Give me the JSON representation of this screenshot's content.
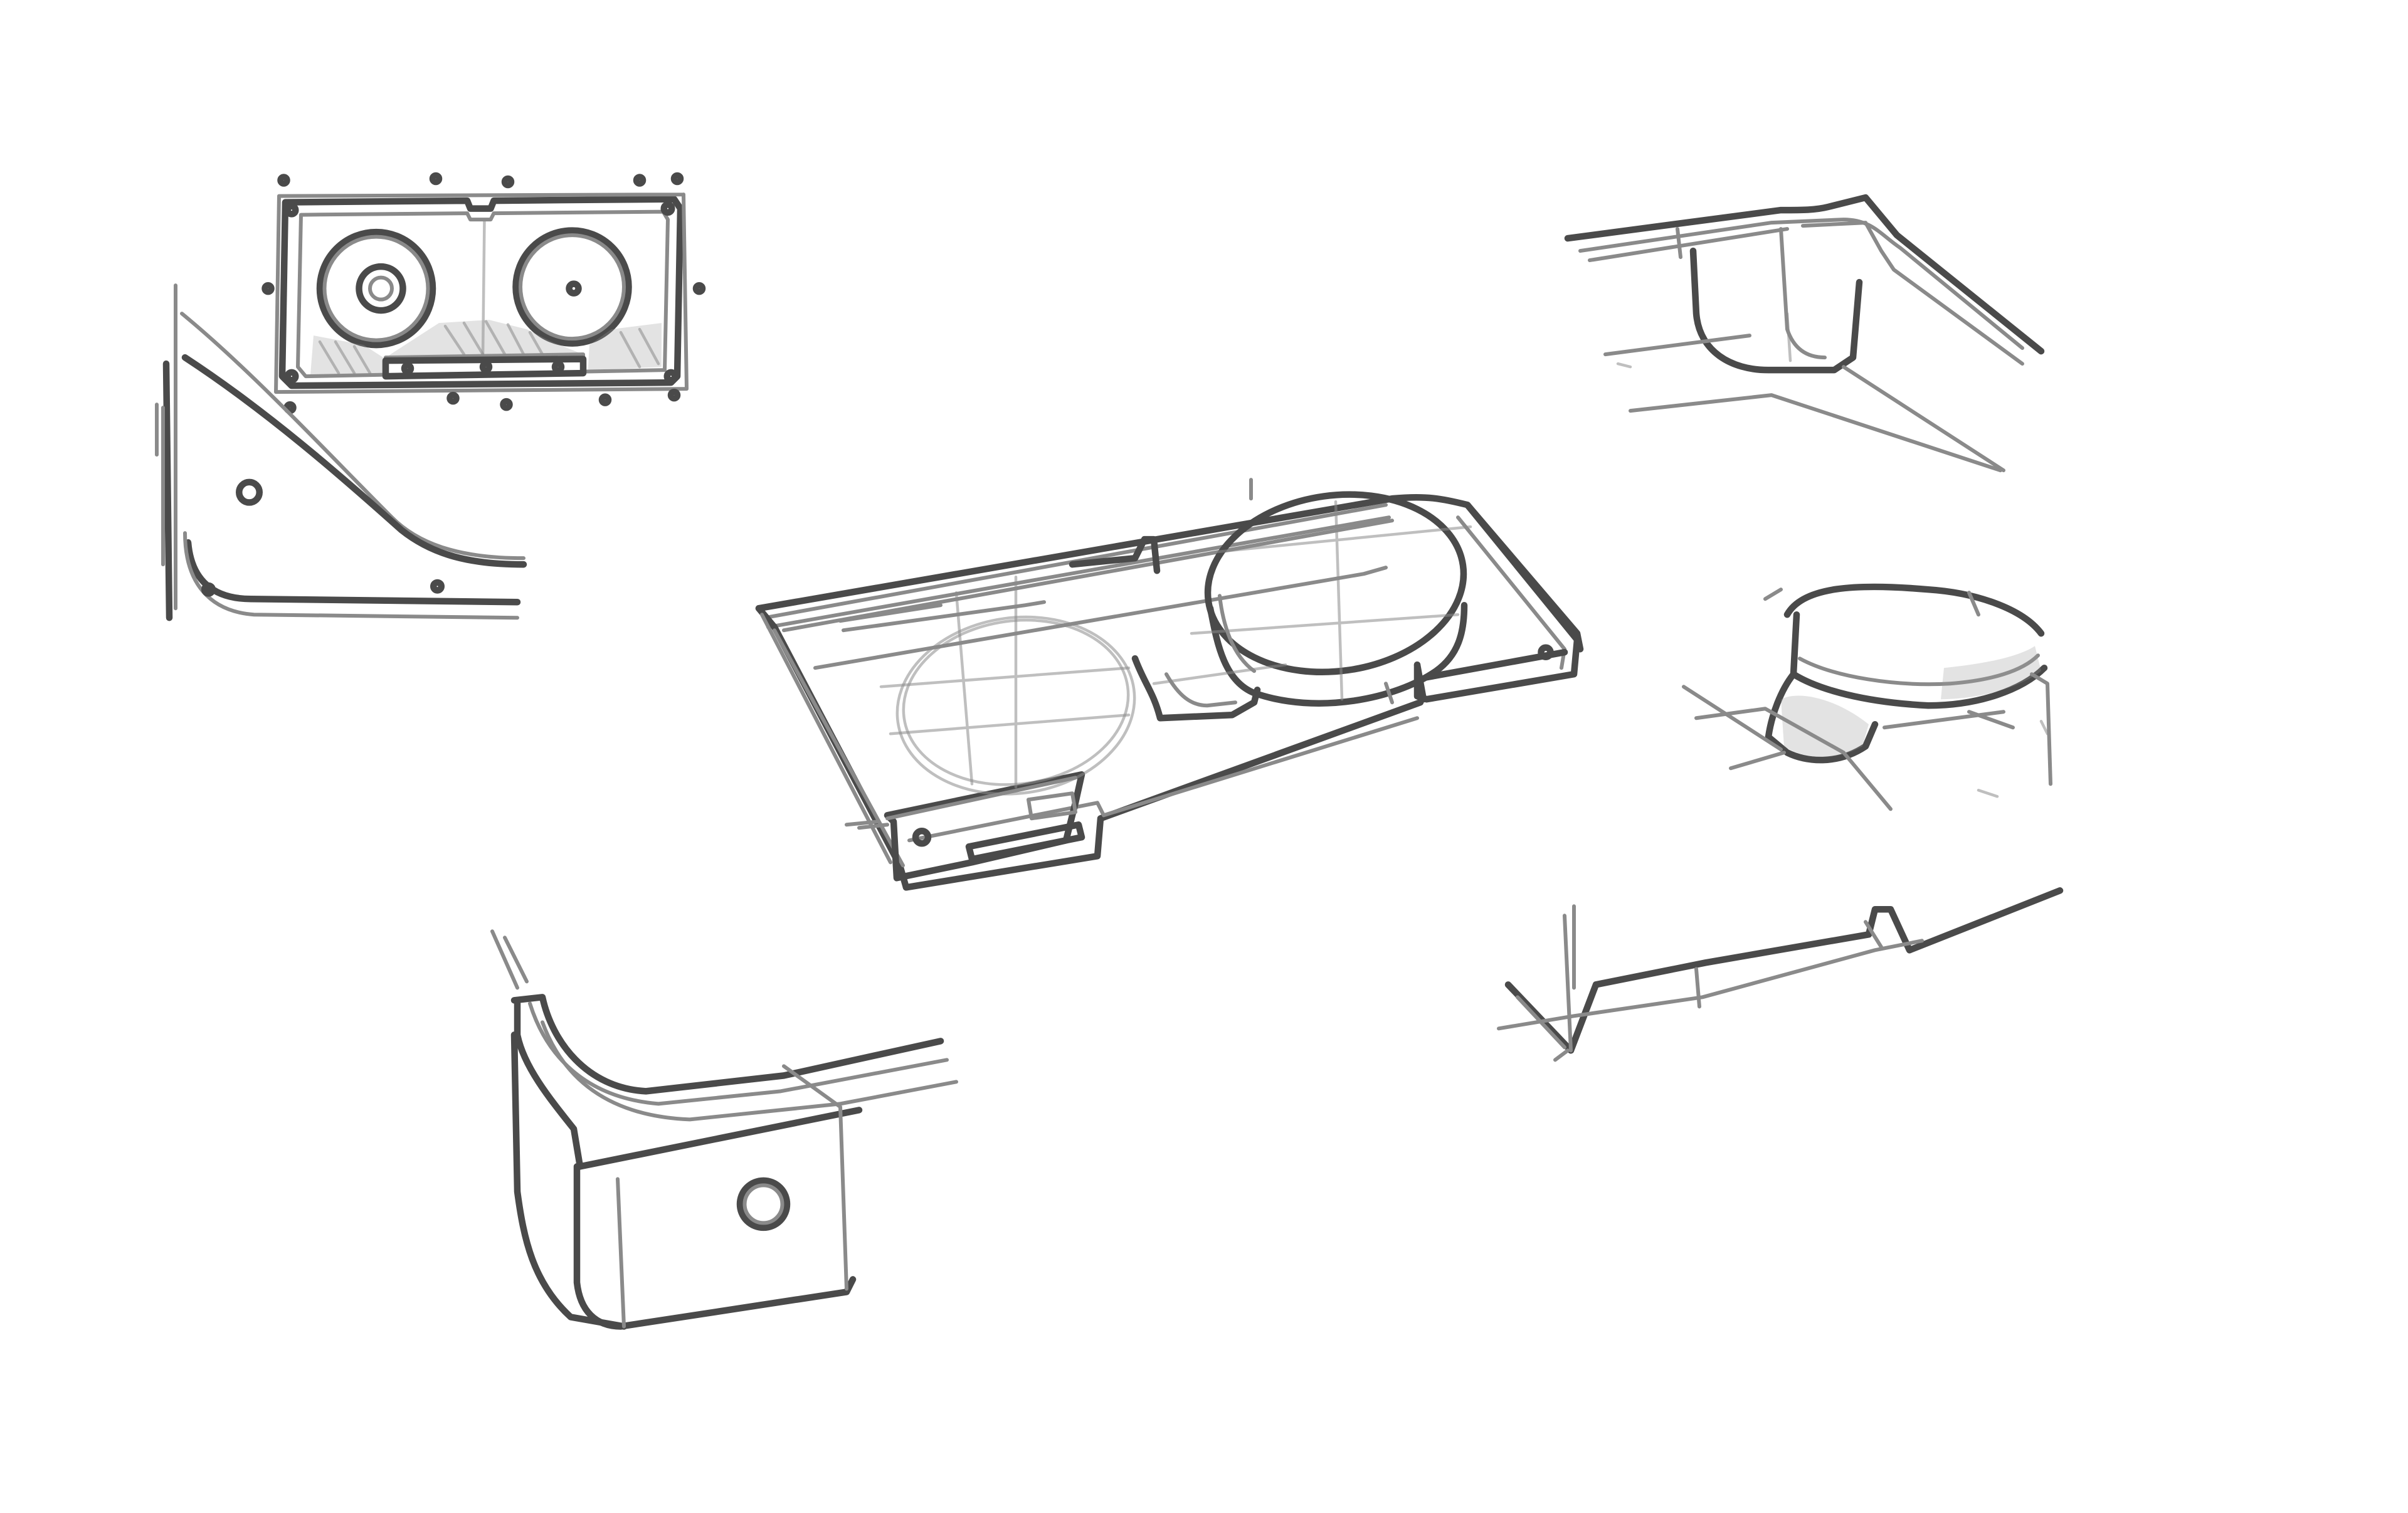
{
  "sheet": {
    "paper_color": "#ffffff",
    "ink_color": "#4a4a4a",
    "light_ink_color": "#8a8a8a",
    "shade_color": "#9a9a9a"
  },
  "sketches": [
    {
      "id": "top-view-sketch",
      "subject": "tray-top-view-with-two-spool-cups"
    },
    {
      "id": "corner-bracket-sketch",
      "subject": "corner-bracket-with-mounting-hole"
    },
    {
      "id": "tray-isometric-sketch",
      "subject": "tray-isometric-view"
    },
    {
      "id": "inner-corner-sketch",
      "subject": "inner-corner-fillet-detail"
    },
    {
      "id": "cup-base-sketch",
      "subject": "spool-cup-base-detail"
    },
    {
      "id": "outer-corner-sketch",
      "subject": "outer-corner-with-hole-detail"
    },
    {
      "id": "edge-notch-sketch",
      "subject": "edge-notch-profile-detail"
    }
  ]
}
